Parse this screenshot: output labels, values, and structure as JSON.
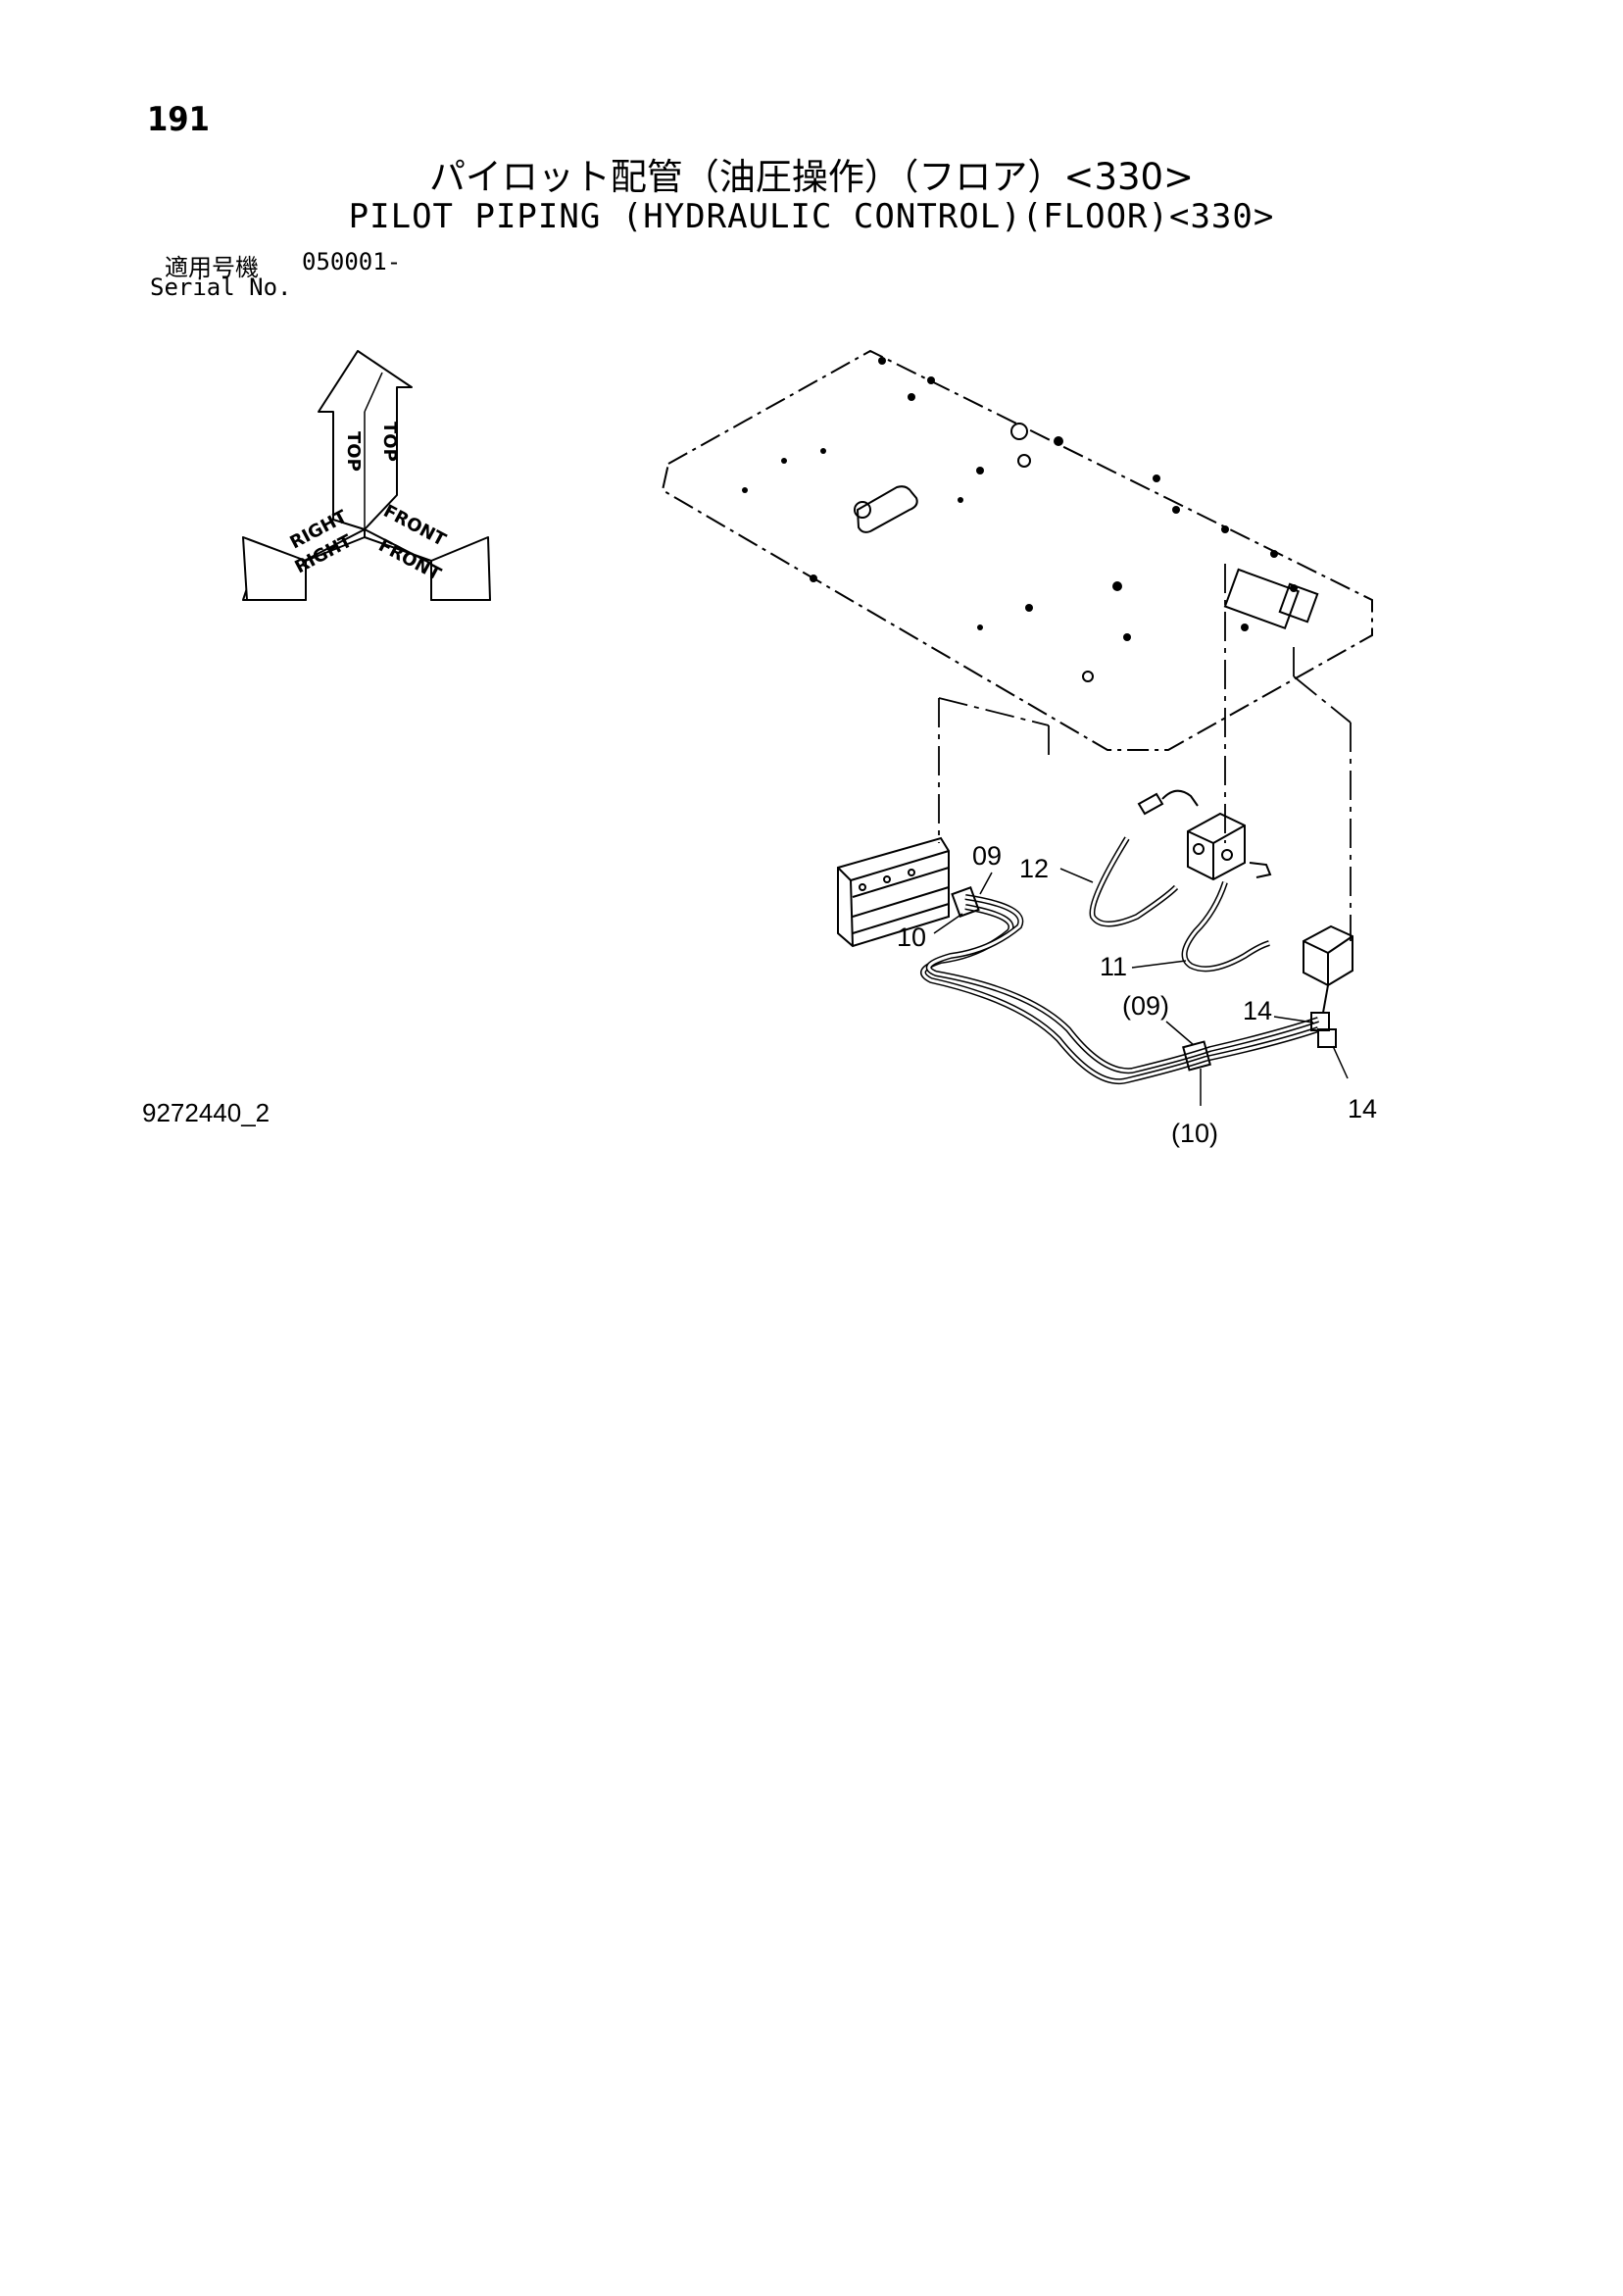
{
  "page": {
    "number": "191",
    "title_jp": "パイロット配管（油圧操作）（フロア）<330>",
    "title_en": "PILOT PIPING (HYDRAULIC CONTROL)(FLOOR)<330>",
    "serial_label_jp": "適用号機",
    "serial_value": "050001-",
    "serial_label_en": "Serial No.",
    "drawing_code": "9272440_2"
  },
  "orientation": {
    "top": "TOP",
    "right": "RIGHT",
    "front": "FRONT"
  },
  "callouts": {
    "c09": "09",
    "c12": "12",
    "c10": "10",
    "c11": "11",
    "c09p": "(09)",
    "c14a": "14",
    "c14b": "14",
    "c10p": "(10)"
  }
}
